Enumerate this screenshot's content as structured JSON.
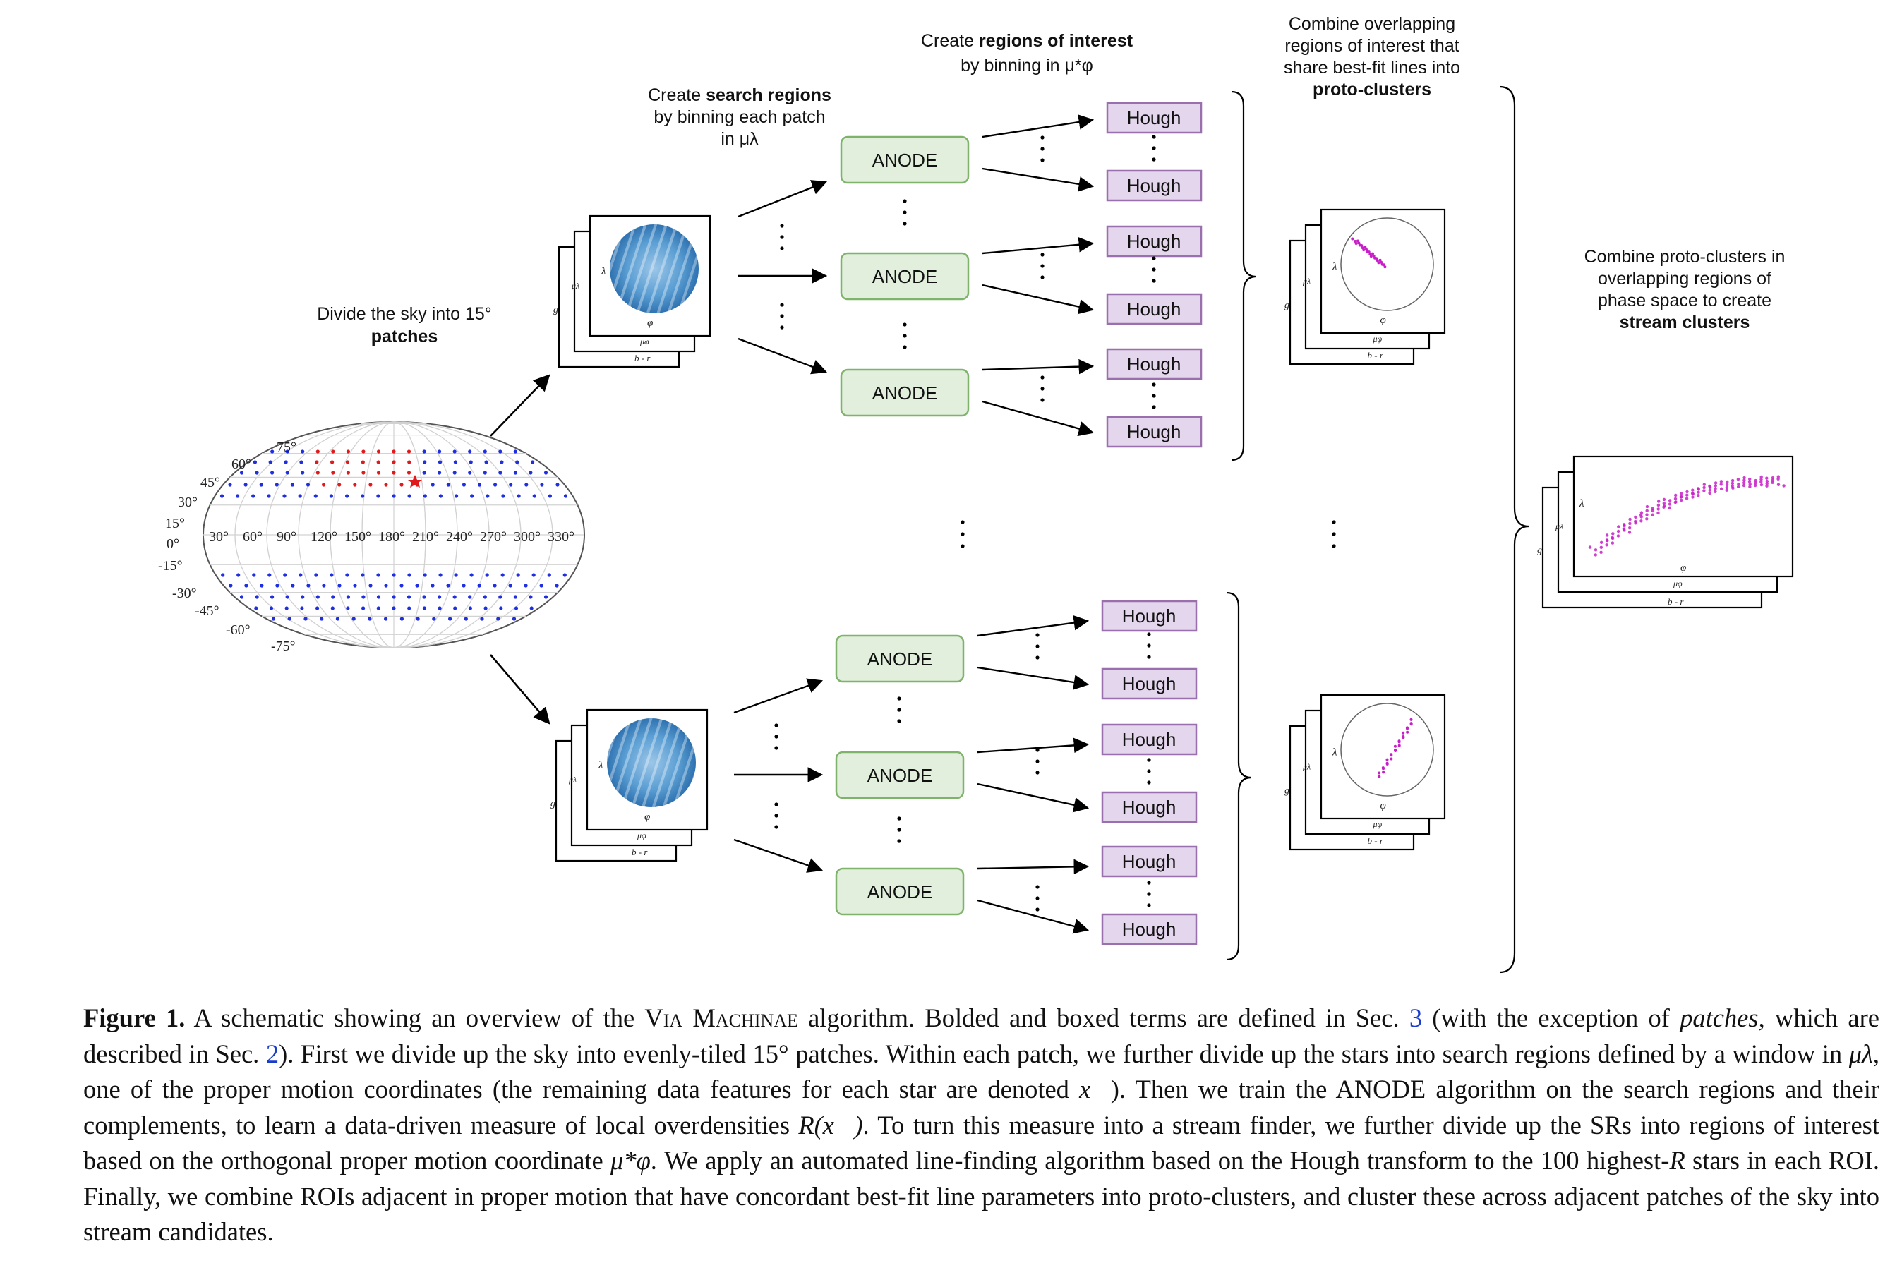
{
  "labels": {
    "divide_line1": "Divide the sky into 15°",
    "divide_line2": "patches",
    "search_line1_pre": "Create ",
    "search_line1_bold": "search regions",
    "search_line2": "by binning each patch",
    "search_line3": "in μλ",
    "roi_line1_pre": "Create ",
    "roi_line1_bold": "regions of interest",
    "roi_line2": "by binning in μ*φ",
    "proto_line1": "Combine overlapping",
    "proto_line2": "regions of interest that",
    "proto_line3": "share best-fit lines into",
    "proto_line4": "proto-clusters",
    "stream_line1": "Combine proto-clusters in",
    "stream_line2": "overlapping regions of",
    "stream_line3": "phase space to create",
    "stream_line4": "stream clusters"
  },
  "boxes": {
    "anode": "ANODE",
    "hough": "Hough"
  },
  "panel_axes": {
    "g": "g",
    "mu_lambda": "μλ",
    "lambda": "λ",
    "phi": "φ",
    "mu_phi": "μφ",
    "b_r": "b - r"
  },
  "skymap": {
    "lon_ticks": [
      "30°",
      "60°",
      "90°",
      "120°",
      "150°",
      "180°",
      "210°",
      "240°",
      "270°",
      "300°",
      "330°"
    ],
    "lat_ticks": [
      "75°",
      "60°",
      "45°",
      "30°",
      "15°",
      "0°",
      "-15°",
      "-30°",
      "-45°",
      "-60°",
      "-75°"
    ]
  },
  "colors": {
    "anode_fill": "#e1efdc",
    "anode_stroke": "#7fb36b",
    "hough_fill": "#e4d6ec",
    "hough_stroke": "#9a6fae",
    "patch_point": "#1f2ee0",
    "selected_patch": "#e0191b",
    "stream_points": "#c81ec8",
    "ref_link": "#1a3ccc"
  },
  "caption": {
    "fig_label": "Figure 1.",
    "t1": " A schematic showing an overview of the ",
    "algo": "Via Machinae",
    "t2": " algorithm. Bolded and boxed terms are defined in Sec. ",
    "ref1": "3",
    "t3": " (with the exception of ",
    "patches": "patches",
    "t4": ", which are described in Sec. ",
    "ref2": "2",
    "t5": "). First we divide up the sky into evenly-tiled 15° patches. Within each patch, we further divide up the stars into search regions defined by a window in ",
    "mu_l": "μλ",
    "t6": ", one of the proper motion coordinates (the remaining data features for each star are denoted ",
    "xvec": "x⃗",
    "t7": "). Then we train the ANODE algorithm on the search regions and their complements, to learn a data-driven measure of local overdensities ",
    "rx": "R(x⃗)",
    "t8": ". To turn this measure into a stream finder, we further divide up the SRs into regions of interest based on the orthogonal proper motion coordinate ",
    "mu_phi": "μ*φ",
    "t9": ". We apply an automated line-finding algorithm based on the Hough transform to the 100 highest-",
    "r": "R",
    "t10": " stars in each ROI. Finally, we combine ROIs adjacent in proper motion that have concordant best-fit line parameters into proto-clusters, and cluster these across adjacent patches of the sky into stream candidates."
  }
}
